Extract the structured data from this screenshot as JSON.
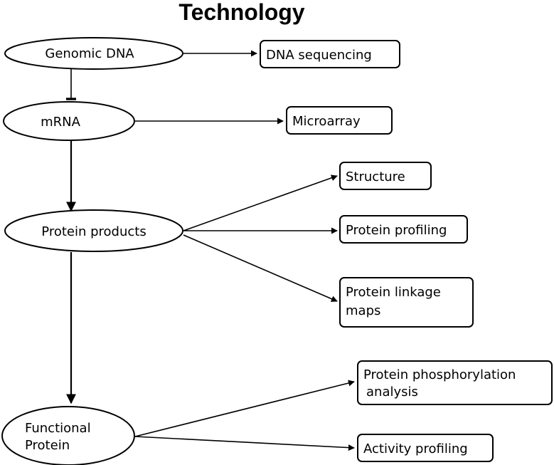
{
  "title": "Technology",
  "nodes": {
    "genomic_dna": "Genomic DNA",
    "mrna": "mRNA",
    "protein_products": "Protein products",
    "functional_protein_line1": "Functional",
    "functional_protein_line2": "Protein",
    "dna_sequencing": "DNA sequencing",
    "microarray": "Microarray",
    "structure": "Structure",
    "protein_profiling": "Protein profiling",
    "protein_linkage_line1": "Protein linkage",
    "protein_linkage_line2": "maps",
    "phosphorylation_line1": "Protein phosphorylation",
    "phosphorylation_line2": "analysis",
    "activity_profiling": "Activity profiling"
  }
}
